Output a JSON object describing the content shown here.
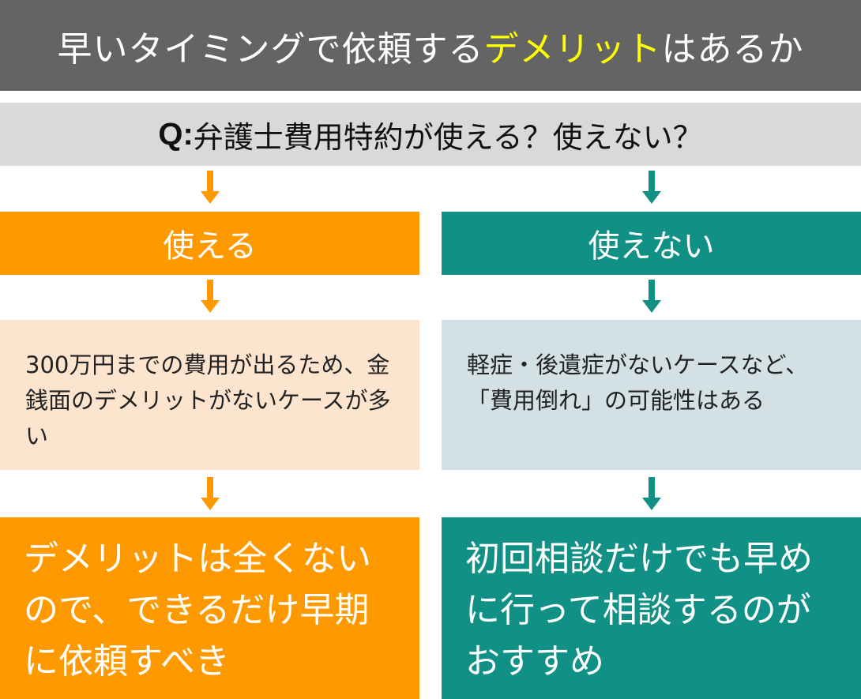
{
  "title": {
    "prefix": "早いタイミングで依頼する",
    "highlight": "デメリット",
    "suffix": "はあるか"
  },
  "question": {
    "label": "Q:",
    "text": "弁護士費用特約が使える？使えない？"
  },
  "colors": {
    "orange": "#ff9900",
    "teal": "#119085",
    "light_orange": "#fce4cf",
    "light_blue": "#d3e0e4",
    "title_bg": "#646464",
    "highlight": "#ffff00"
  },
  "left": {
    "heading": "使える",
    "detail": "300万円までの費用が出るため、金銭面のデメリットがないケースが多い",
    "conclusion": "デメリットは全くないので、できるだけ早期に依頼すべき"
  },
  "right": {
    "heading": "使えない",
    "detail": "軽症・後遺症がないケースなど、「費用倒れ」の可能性はある",
    "conclusion": "初回相談だけでも早めに行って相談するのがおすすめ"
  }
}
